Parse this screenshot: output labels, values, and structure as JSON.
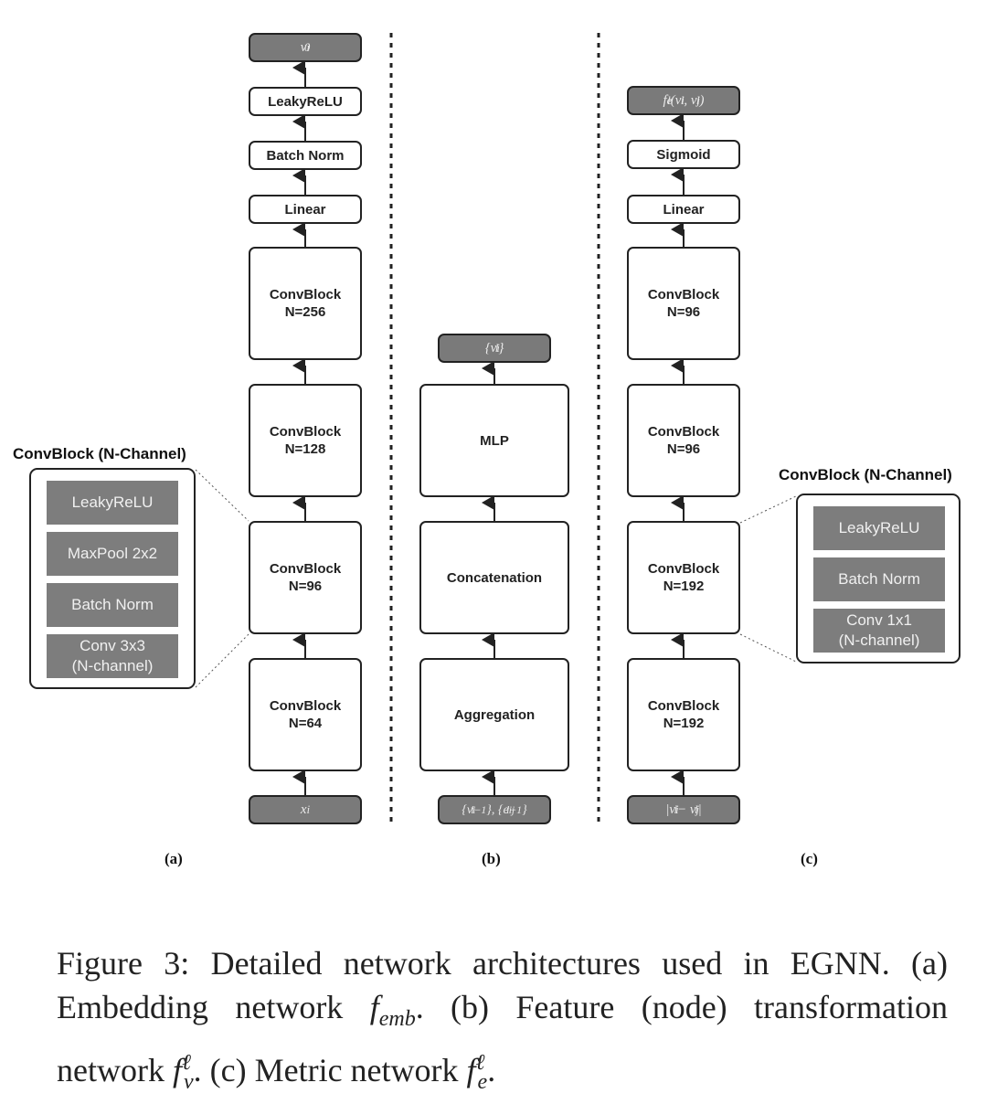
{
  "panel_a": {
    "output": "v_i^0",
    "layers": [
      "LeakyReLU",
      "Batch Norm",
      "Linear"
    ],
    "conv_blocks": [
      {
        "title": "ConvBlock",
        "n": "N=256"
      },
      {
        "title": "ConvBlock",
        "n": "N=128"
      },
      {
        "title": "ConvBlock",
        "n": "N=96"
      },
      {
        "title": "ConvBlock",
        "n": "N=64"
      }
    ],
    "input": "x_i",
    "label": "(a)",
    "inset": {
      "title": "ConvBlock (N-Channel)",
      "items": [
        "LeakyReLU",
        "MaxPool 2x2",
        "Batch Norm",
        "Conv 3x3\n(N-channel)"
      ]
    }
  },
  "panel_b": {
    "output": "{v_i^l}",
    "blocks": [
      "MLP",
      "Concatenation",
      "Aggregation"
    ],
    "input": "{v_i^{l-1}}, {e_ij^{l-1}}",
    "label": "(b)"
  },
  "panel_c": {
    "output": "f_e^l(v_i^l, v_j^l)",
    "layers": [
      "Sigmoid",
      "Linear"
    ],
    "conv_blocks": [
      {
        "title": "ConvBlock",
        "n": "N=96"
      },
      {
        "title": "ConvBlock",
        "n": "N=96"
      },
      {
        "title": "ConvBlock",
        "n": "N=192"
      },
      {
        "title": "ConvBlock",
        "n": "N=192"
      }
    ],
    "input": "|v_i^l − v_j^l|",
    "label": "(c)",
    "inset": {
      "title": "ConvBlock (N-Channel)",
      "items": [
        "LeakyReLU",
        "Batch Norm",
        "Conv 1x1\n(N-channel)"
      ]
    }
  },
  "caption": {
    "figure": "Figure 3:",
    "text1": "Detailed network architectures used in EGNN. (a) Embedding network",
    "f_emb": "f",
    "emb_sub": "emb",
    "text2": ". (b) Feature (node) transformation network",
    "f_v": "f",
    "v_sup": "ℓ",
    "v_sub": "v",
    "text3": ". (c) Metric network",
    "f_e": "f",
    "e_sup": "ℓ",
    "e_sub": "e",
    "text4": "."
  }
}
